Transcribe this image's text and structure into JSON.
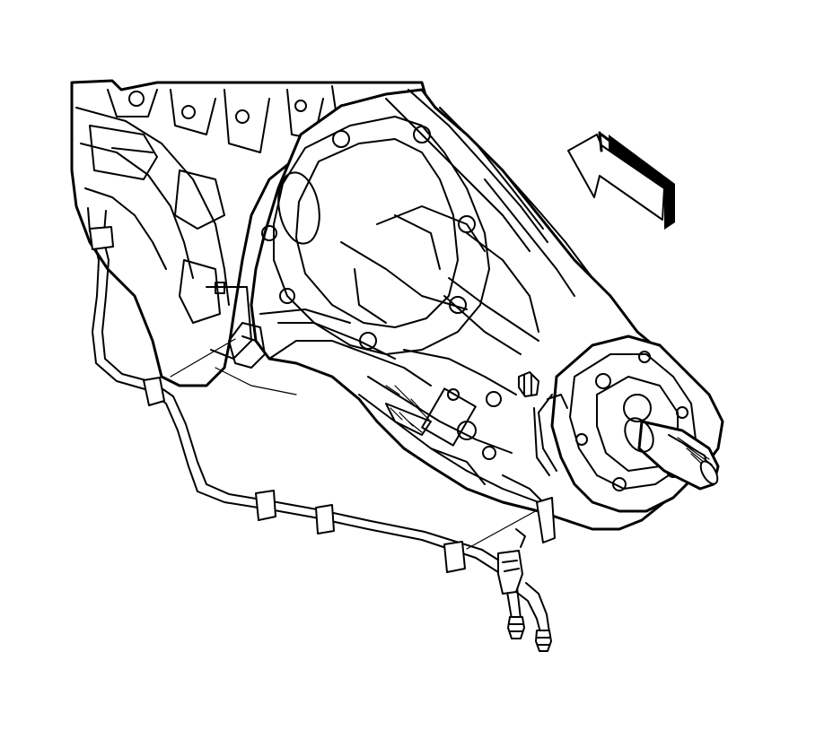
{
  "figure": {
    "background_color": "#ffffff",
    "line_color": "#000000",
    "parts": [
      {
        "name": "transmission-housing"
      },
      {
        "name": "bell-housing"
      },
      {
        "name": "extension-housing"
      },
      {
        "name": "output-shaft"
      },
      {
        "name": "transmission-oil-cooler-lines"
      },
      {
        "name": "cooler-line-front-bracket"
      },
      {
        "name": "cooler-line-rear-bracket"
      },
      {
        "name": "cooler-line-clips"
      },
      {
        "name": "cooler-line-fittings"
      },
      {
        "name": "vehicle-front-direction-arrow"
      }
    ]
  }
}
